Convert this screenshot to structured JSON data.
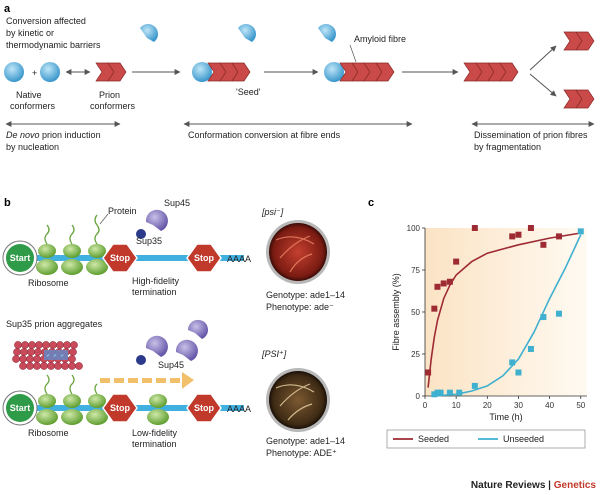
{
  "panel_a": {
    "label": "a",
    "kinetic_note": [
      "Conversion affected",
      "by kinetic or",
      "thermodynamic barriers"
    ],
    "native": [
      "Native",
      "conformers"
    ],
    "prion": [
      "Prion",
      "conformers"
    ],
    "seed": "'Seed'",
    "amyloid": "Amyloid fibre",
    "denovo_1": "De novo",
    "denovo_1_rest": " prion induction",
    "denovo_2": "by nucleation",
    "conversion": "Conformation conversion at fibre ends",
    "dissemination": [
      "Dissemination of prion fibres",
      "by fragmentation"
    ],
    "plus": "+"
  },
  "panel_b": {
    "label": "b",
    "protein": "Protein",
    "sup45_top": "Sup45",
    "sup35_top": "Sup35",
    "start": "Start",
    "stop": "Stop",
    "aaaa": "AAAA",
    "ribosome": "Ribosome",
    "high_fidelity": [
      "High-fidelity",
      "termination"
    ],
    "aggregates": "Sup35 prion aggregates",
    "sup45_bottom": "Sup45",
    "low_fidelity": [
      "Low-fidelity",
      "termination"
    ],
    "psi_minus": "[psi⁻]",
    "psi_plus": "[PSI⁺]",
    "genotype_top": "Genotype: ade1–14",
    "phenotype_top": "Phenotype: ade⁻",
    "genotype_bottom": "Genotype: ade1–14",
    "phenotype_bottom": "Phenotype: ADE⁺"
  },
  "panel_c": {
    "label": "c"
  },
  "colors": {
    "seeded": "#9e2a33",
    "unseeded": "#3fb0cf",
    "blue_protein": "#4aa8d8",
    "prion_red": "#c94a48",
    "stop_red": "#c0392b",
    "ribosome_green": "#7ab648"
  },
  "footer": {
    "journal": "Nature Reviews",
    "separator": " | ",
    "section": "Genetics"
  },
  "chart_data": {
    "type": "scatter",
    "xlabel": "Time (h)",
    "ylabel": "Fibre assembly (%)",
    "xlim": [
      0,
      52
    ],
    "ylim": [
      0,
      100
    ],
    "xticks": [
      0,
      10,
      20,
      30,
      40,
      50
    ],
    "yticks": [
      0,
      25,
      50,
      75,
      100
    ],
    "legend_position": "bottom",
    "series": [
      {
        "name": "Seeded",
        "color": "#9e2a33",
        "points": [
          [
            1,
            14
          ],
          [
            3,
            52
          ],
          [
            4,
            65
          ],
          [
            6,
            67
          ],
          [
            8,
            68
          ],
          [
            10,
            80
          ],
          [
            16,
            100
          ],
          [
            28,
            95
          ],
          [
            30,
            96
          ],
          [
            34,
            100
          ],
          [
            38,
            90
          ],
          [
            43,
            95
          ]
        ],
        "fit": [
          [
            1,
            5
          ],
          [
            2,
            22
          ],
          [
            3,
            35
          ],
          [
            4,
            45
          ],
          [
            6,
            58
          ],
          [
            8,
            66
          ],
          [
            10,
            72
          ],
          [
            15,
            80
          ],
          [
            20,
            85
          ],
          [
            30,
            90
          ],
          [
            40,
            94
          ],
          [
            50,
            97
          ]
        ]
      },
      {
        "name": "Unseeded",
        "color": "#3fb0cf",
        "points": [
          [
            3,
            1
          ],
          [
            4,
            2
          ],
          [
            5,
            2
          ],
          [
            8,
            2
          ],
          [
            11,
            2
          ],
          [
            16,
            6
          ],
          [
            28,
            20
          ],
          [
            30,
            14
          ],
          [
            34,
            28
          ],
          [
            38,
            47
          ],
          [
            43,
            49
          ],
          [
            50,
            98
          ]
        ],
        "fit": [
          [
            3,
            0
          ],
          [
            10,
            1
          ],
          [
            15,
            3
          ],
          [
            20,
            6
          ],
          [
            25,
            12
          ],
          [
            30,
            22
          ],
          [
            35,
            38
          ],
          [
            40,
            58
          ],
          [
            45,
            76
          ],
          [
            50,
            96
          ]
        ]
      }
    ]
  }
}
